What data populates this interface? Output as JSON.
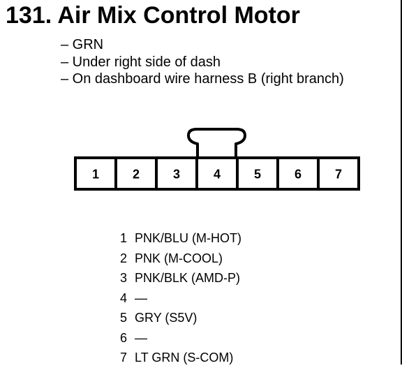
{
  "title": "131. Air Mix Control Motor",
  "details": [
    "– GRN",
    "– Under right side of dash",
    "– On dashboard wire harness B (right branch)"
  ],
  "connector": {
    "pins": [
      "1",
      "2",
      "3",
      "4",
      "5",
      "6",
      "7"
    ]
  },
  "pinout": [
    {
      "num": "1",
      "desc": "PNK/BLU (M-HOT)"
    },
    {
      "num": "2",
      "desc": "PNK (M-COOL)"
    },
    {
      "num": "3",
      "desc": "PNK/BLK (AMD-P)"
    },
    {
      "num": "4",
      "desc": "—"
    },
    {
      "num": "5",
      "desc": "GRY (S5V)"
    },
    {
      "num": "6",
      "desc": "—"
    },
    {
      "num": "7",
      "desc": "LT GRN (S-COM)"
    }
  ]
}
